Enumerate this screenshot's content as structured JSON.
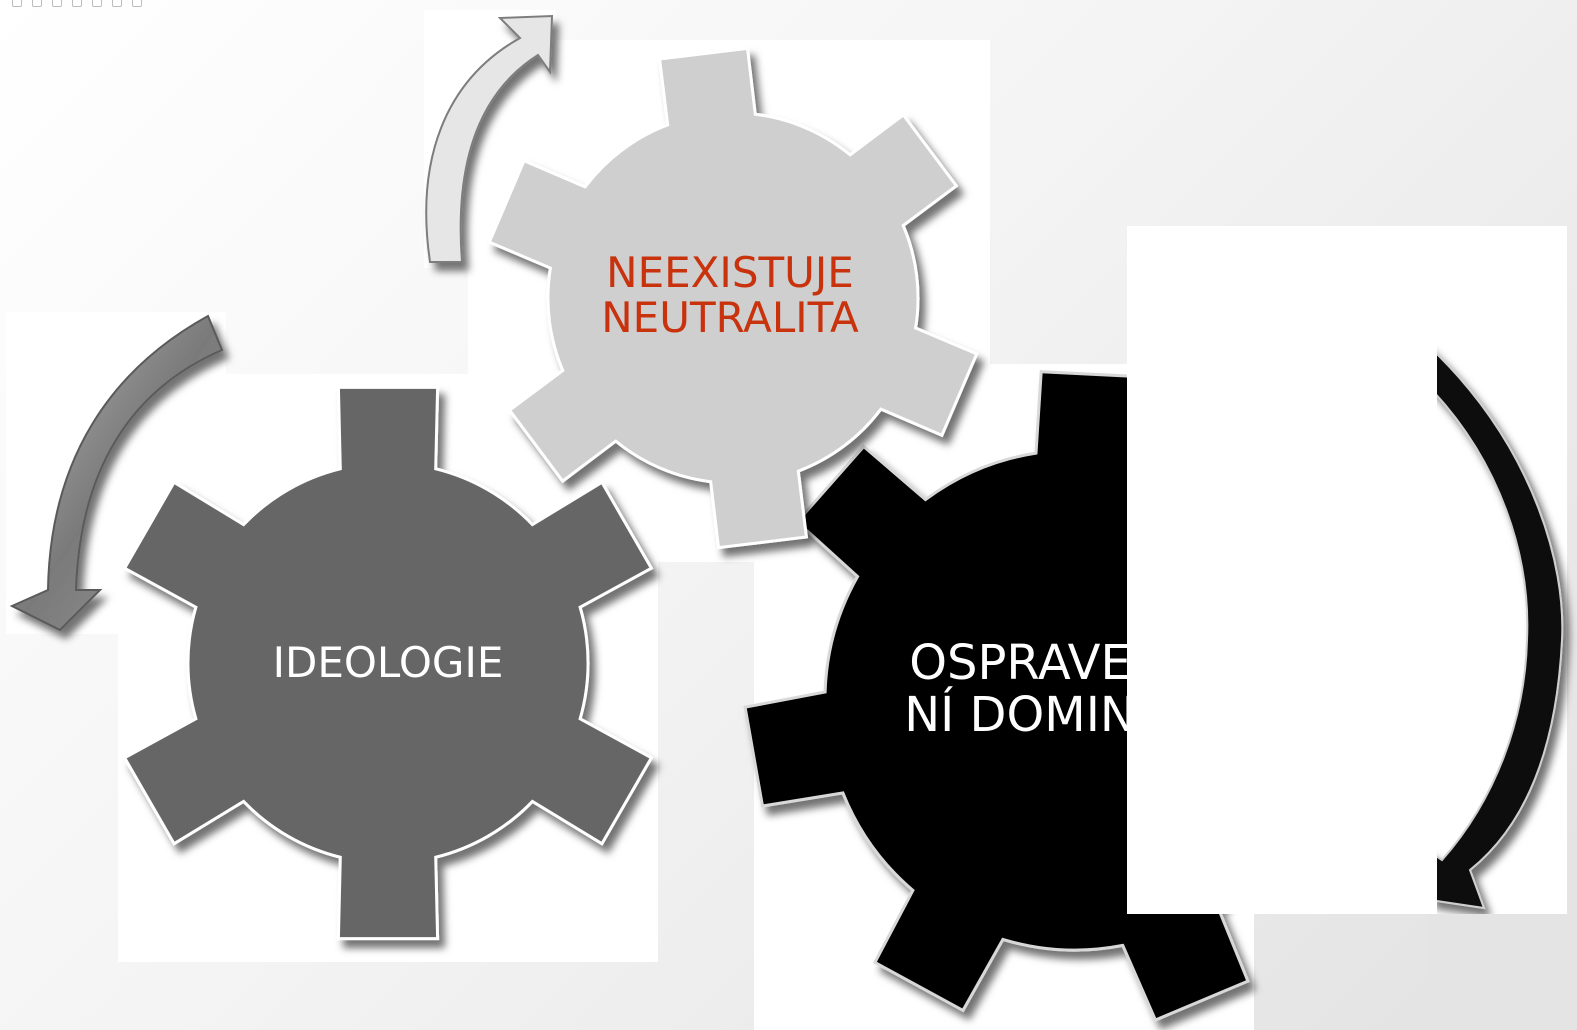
{
  "gears": {
    "neutrality": {
      "line1": "NEEXISTUJE",
      "line2": "NEUTRALITA",
      "fill": "#cfcfcf",
      "text_color": "#c8320c"
    },
    "ideology": {
      "label": "IDEOLOGIE",
      "fill": "#666666",
      "text_color": "#ffffff"
    },
    "domination": {
      "line1": "OSPRAVE",
      "line2": "NÍ DOMIN",
      "fill": "#000000",
      "text_color": "#ffffff"
    }
  },
  "arrows": {
    "top_left": {
      "fill": "#e6e6e6"
    },
    "left": {
      "fill": "#8a8a8a"
    },
    "right": {
      "fill": "#111111"
    }
  }
}
